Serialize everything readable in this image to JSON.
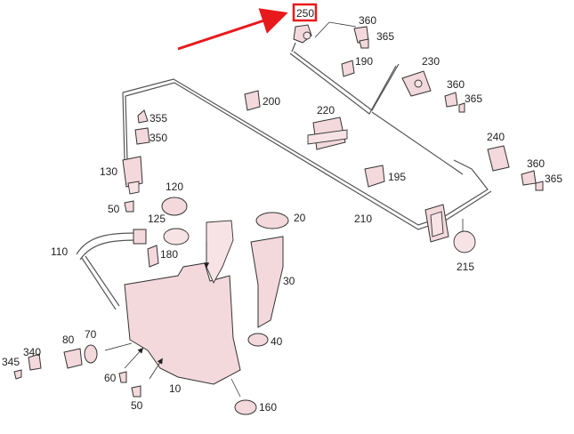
{
  "highlight_color": "#e8191c",
  "part_fill": "#f3d9dc",
  "labels": {
    "p250": "250",
    "p360a": "360",
    "p365a": "365",
    "p190": "190",
    "p230": "230",
    "p360b": "360",
    "p365b": "365",
    "p200": "200",
    "p220": "220",
    "p355": "355",
    "p350": "350",
    "p130": "130",
    "p240": "240",
    "p360c": "360",
    "p365c": "365",
    "p195": "195",
    "p120": "120",
    "p50a": "50",
    "p125": "125",
    "p20": "20",
    "p210": "210",
    "p215": "215",
    "p110": "110",
    "p180": "180",
    "p30": "30",
    "p70": "70",
    "p80": "80",
    "p340": "340",
    "p345": "345",
    "p40": "40",
    "p60": "60",
    "p10": "10",
    "p50b": "50",
    "p160": "160"
  }
}
